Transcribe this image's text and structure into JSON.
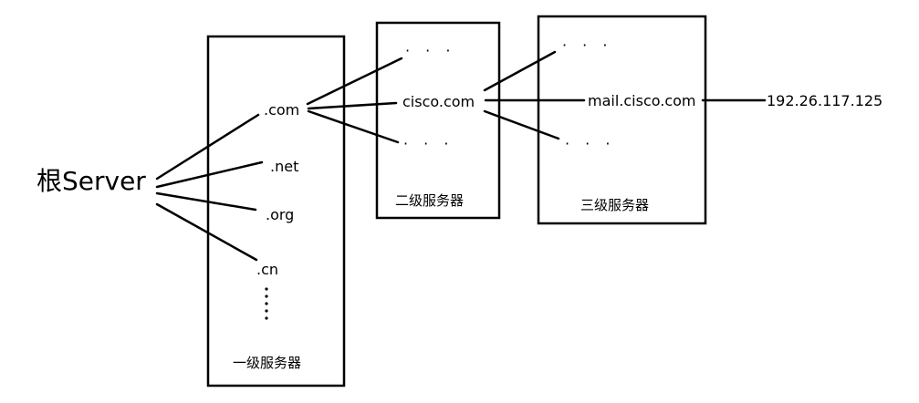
{
  "root": {
    "label": "根Server"
  },
  "level1": {
    "caption": "一级服务器",
    "domains": [
      ".com",
      ".net",
      ".org",
      ".cn"
    ],
    "more": "⋮"
  },
  "level2": {
    "caption": "二级服务器",
    "domain": "cisco.com",
    "more_top": "· · ·",
    "more_bottom": "· · ·"
  },
  "level3": {
    "caption": "三级服务器",
    "host": "mail.cisco.com",
    "more_top": "· · ·",
    "more_bottom": "· · ·"
  },
  "resolved_ip": "192.26.117.125"
}
